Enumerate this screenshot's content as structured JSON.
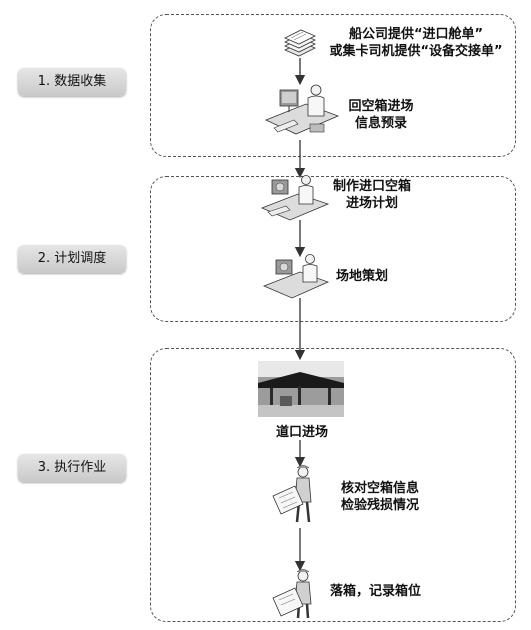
{
  "stages": [
    {
      "label": "1. 数据收集"
    },
    {
      "label": "2. 计划调度"
    },
    {
      "label": "3. 执行作业"
    }
  ],
  "steps": {
    "doc_source": {
      "line1": "船公司提供“进口舱单”",
      "line2": "或集卡司机提供“设备交接单”"
    },
    "pre_entry": {
      "line1": "回空箱进场",
      "line2": "信息预录"
    },
    "make_plan": {
      "line1": "制作进口空箱",
      "line2": "进场计划"
    },
    "yard_plan": {
      "line1": "场地策划"
    },
    "gate_entry": {
      "line1": "道口进场"
    },
    "verify": {
      "line1": "核对空箱信息",
      "line2": "检验残损情况"
    },
    "drop_box": {
      "line1": "落箱，记录箱位"
    }
  },
  "colors": {
    "line": "#333333",
    "badge_bg": "#d6d6d6",
    "border": "#555555"
  }
}
